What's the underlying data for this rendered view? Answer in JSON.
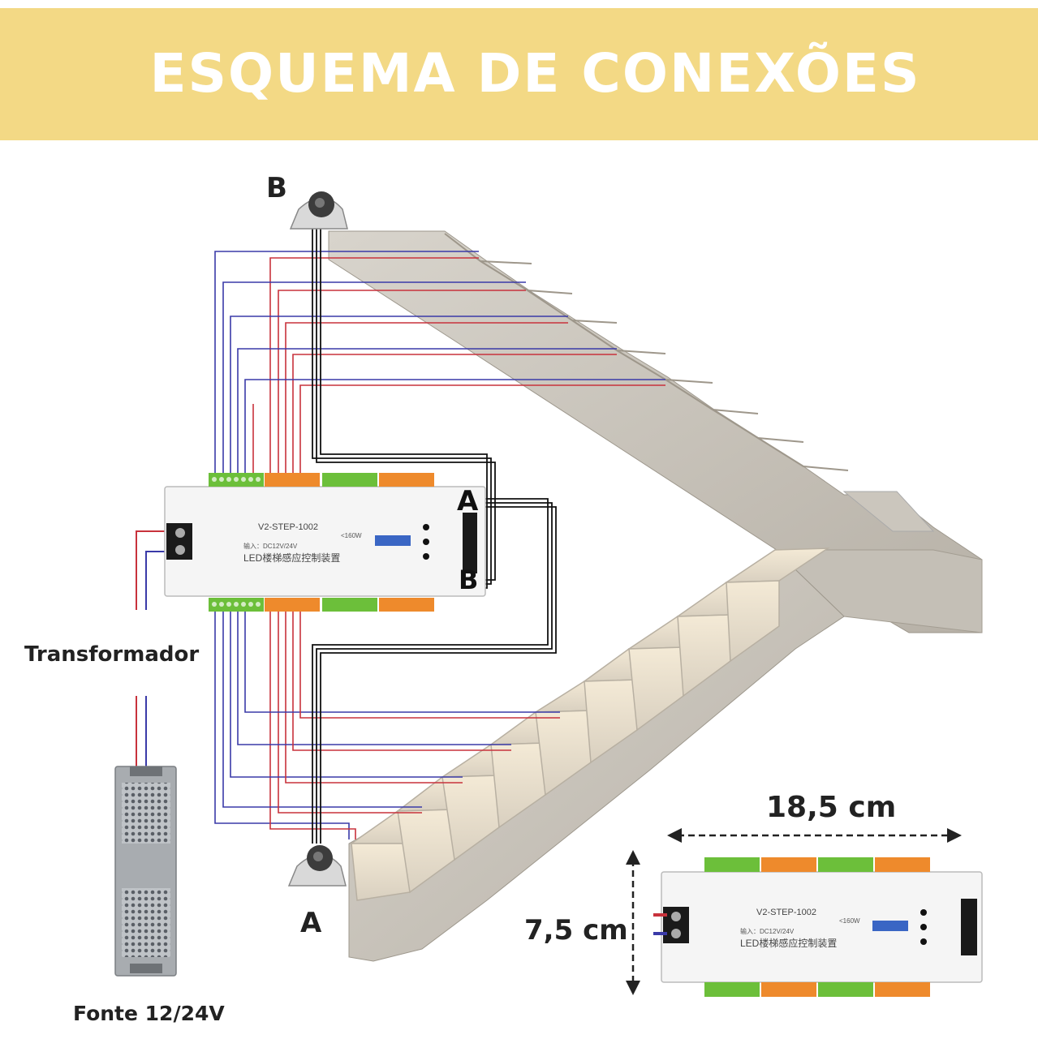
{
  "banner": {
    "title": "ESQUEMA DE CONEXÕES"
  },
  "labels": {
    "sensor_top": "B",
    "sensor_bottom": "A",
    "transformer": "Transformador",
    "power_supply": "Fonte 12/24V",
    "controller_port_a": "A",
    "controller_port_b": "B",
    "dimension_width": "18,5 cm",
    "dimension_height": "7,5 cm"
  },
  "controller": {
    "model": "V2-STEP-1002",
    "title_line": "LED楼梯感应控制装置",
    "spec_1": "输入：DC12V/24V",
    "spec_2": "<160W"
  },
  "colors": {
    "banner": "#f3d985",
    "wire_red": "#c8323c",
    "wire_blue": "#3a3aa8",
    "wire_black": "#111111",
    "terminal_green": "#6cbf3a",
    "terminal_orange": "#ee8a2c"
  },
  "icons": [
    "motion-sensor-icon",
    "double-arrow-icon",
    "power-supply-icon",
    "led-controller-icon"
  ]
}
